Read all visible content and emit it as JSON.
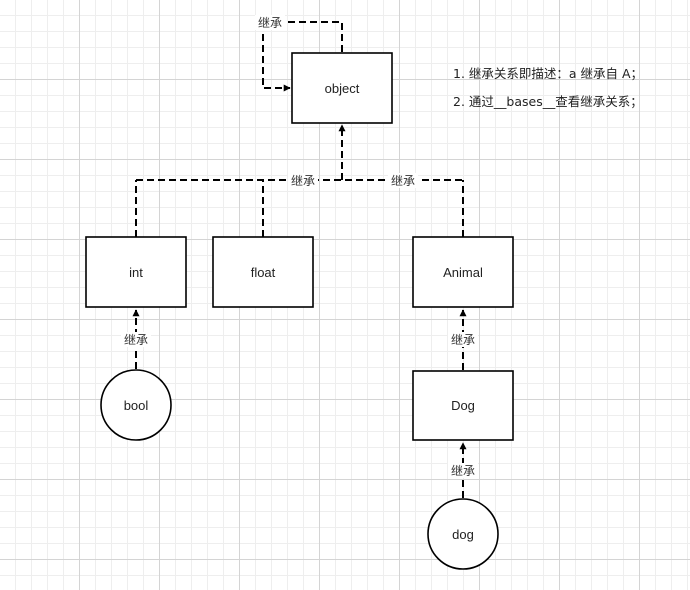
{
  "nodes": {
    "object": "object",
    "int": "int",
    "float": "float",
    "animal": "Animal",
    "bool": "bool",
    "dog_class": "Dog",
    "dog_instance": "dog"
  },
  "edge_label": "继承",
  "notes": [
    "1. 继承关系即描述：a 继承自 A；",
    "2. 通过__bases__查看继承关系；"
  ]
}
